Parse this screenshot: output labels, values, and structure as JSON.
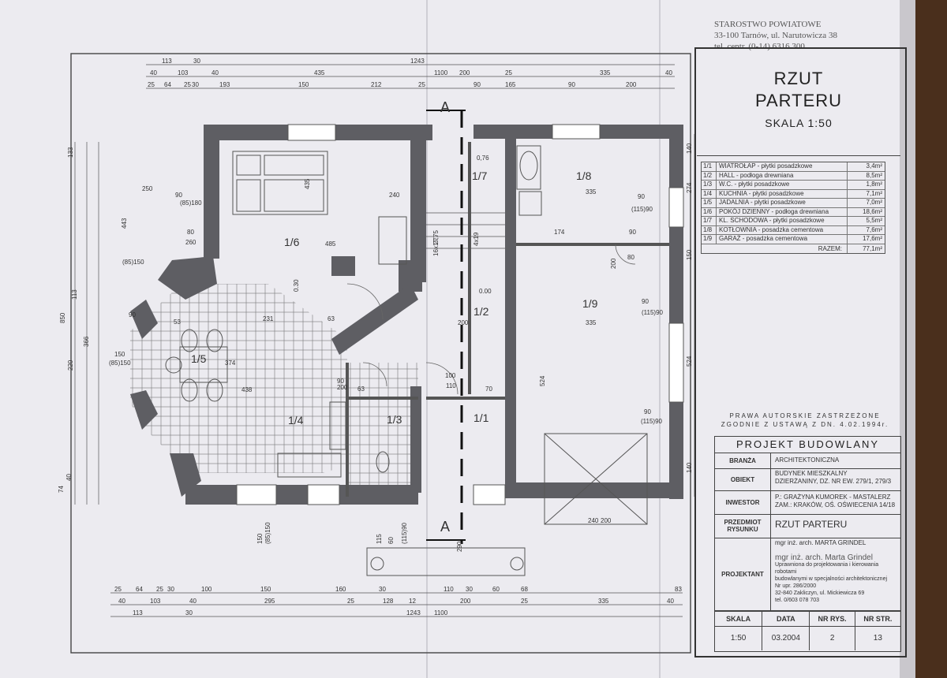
{
  "stamp": {
    "office": "STAROSTWO POWIATOWE",
    "address": "33-100 Tarnów, ul. Narutowicza 38",
    "phone": "tel. centr. (0-14) 6316 300"
  },
  "title": {
    "line1": "RZUT",
    "line2": "PARTERU",
    "scale": "SKALA 1:50"
  },
  "rooms": [
    {
      "no": "1/1",
      "name": "WIATROŁAP - płytki posadzkowe",
      "area": "3,4m²"
    },
    {
      "no": "1/2",
      "name": "HALL - podłoga drewniana",
      "area": "8,5m²"
    },
    {
      "no": "1/3",
      "name": "W.C. - płytki posadzkowe",
      "area": "1,8m²"
    },
    {
      "no": "1/4",
      "name": "KUCHNIA - płytki posadzkowe",
      "area": "7,1m²"
    },
    {
      "no": "1/5",
      "name": "JADALNIA - płytki posadzkowe",
      "area": "7,0m²"
    },
    {
      "no": "1/6",
      "name": "POKÓJ DZIENNY - podłoga drewniana",
      "area": "18,6m²"
    },
    {
      "no": "1/7",
      "name": "KL. SCHODOWA - płytki posadzkowe",
      "area": "5,5m²"
    },
    {
      "no": "1/8",
      "name": "KOTŁOWNIA - posadzka cementowa",
      "area": "7,6m²"
    },
    {
      "no": "1/9",
      "name": "GARAŻ - posadzka cementowa",
      "area": "17,6m²"
    }
  ],
  "rooms_total": {
    "label": "RAZEM:",
    "area": "77,1m²"
  },
  "copyright": {
    "line1": "PRAWA AUTORSKIE ZASTRZEŻONE",
    "line2": "ZGODNIE Z USTAWĄ Z DN. 4.02.1994r."
  },
  "project_header": "PROJEKT BUDOWLANY",
  "info": {
    "branza_label": "BRANŻA",
    "branza_value": "ARCHITEKTONICZNA",
    "obiekt_label": "OBIEKT",
    "obiekt_value1": "BUDYNEK MIESZKALNY",
    "obiekt_value2": "DZIERŻANINY, DZ. NR EW. 279/1, 279/3",
    "inwestor_label": "INWESTOR",
    "inwestor_value1": "P.: GRAŻYNA KUMOREK - MASTALERZ",
    "inwestor_value2": "ZAM.: KRAKÓW, OŚ. OŚWIECENIA 14/18",
    "przedmiot_label1": "PRZEDMIOT",
    "przedmiot_label2": "RYSUNKU",
    "przedmiot_value": "RZUT PARTERU",
    "projektant_label": "PROJEKTANT",
    "projektant_name": "mgr inż. arch. MARTA GRINDEL",
    "projektant_sign": "mgr inż. arch. Marta Grindel",
    "projektant_l1": "Uprawniona do projektowania i kierowania robotami",
    "projektant_l2": "budowlanymi w specjalności architektonicznej",
    "projektant_l3": "Nr upr. 286/2000",
    "projektant_l4": "32-840 Zakliczyn, ul. Mickiewicza 69",
    "projektant_l5": "tel. 0/603 078 703"
  },
  "footer": {
    "skala_label": "SKALA",
    "data_label": "DATA",
    "nrrys_label": "NR RYS.",
    "nrstr_label": "NR STR.",
    "skala": "1:50",
    "data": "03.2004",
    "nrrys": "2",
    "nrstr": "13"
  },
  "plan": {
    "room_labels": [
      "1/1",
      "1/2",
      "1/3",
      "1/4",
      "1/5",
      "1/6",
      "1/7",
      "1/8",
      "1/9"
    ],
    "section_label": "A",
    "top_dims_row1": [
      "113",
      "30",
      "1243"
    ],
    "top_dims_row2": [
      "40",
      "103",
      "40",
      "435",
      "1100",
      "200",
      "25",
      "335",
      "40"
    ],
    "top_dims_row3": [
      "25",
      "64",
      "25",
      "30",
      "193",
      "150",
      "212",
      "25",
      "90",
      "165",
      "90",
      "200"
    ],
    "bottom_dims_row1": [
      "25",
      "64",
      "25",
      "30",
      "100",
      "150",
      "160",
      "30",
      "110",
      "30",
      "60",
      "68",
      "83"
    ],
    "bottom_dims_row2": [
      "40",
      "103",
      "40",
      "295",
      "25",
      "128",
      "12",
      "200",
      "25",
      "335",
      "40"
    ],
    "bottom_dims_row3": [
      "113",
      "30",
      "1243",
      "1100"
    ],
    "left_dims": [
      "133",
      "443",
      "850",
      "220",
      "366",
      "113",
      "40",
      "74"
    ],
    "right_dims": [
      "140",
      "274",
      "150",
      "524",
      "140"
    ],
    "inner_dims": [
      "250",
      "90",
      "(85)180",
      "80",
      "260",
      "485",
      "435",
      "0.30",
      "240",
      "53",
      "231",
      "63",
      "374",
      "438",
      "150",
      "(85)150",
      "90",
      "(85)150",
      "0,76",
      "0.00",
      "200",
      "335",
      "90",
      "(115)90",
      "174",
      "90",
      "80",
      "200",
      "335",
      "524",
      "90",
      "(115)90",
      "100",
      "110",
      "70",
      "63",
      "90",
      "200",
      "90",
      "(115)90",
      "240",
      "200",
      "290",
      "150",
      "(85)150",
      "115",
      "60",
      "(115)90",
      "16x17,75",
      "27",
      "4x19"
    ]
  }
}
